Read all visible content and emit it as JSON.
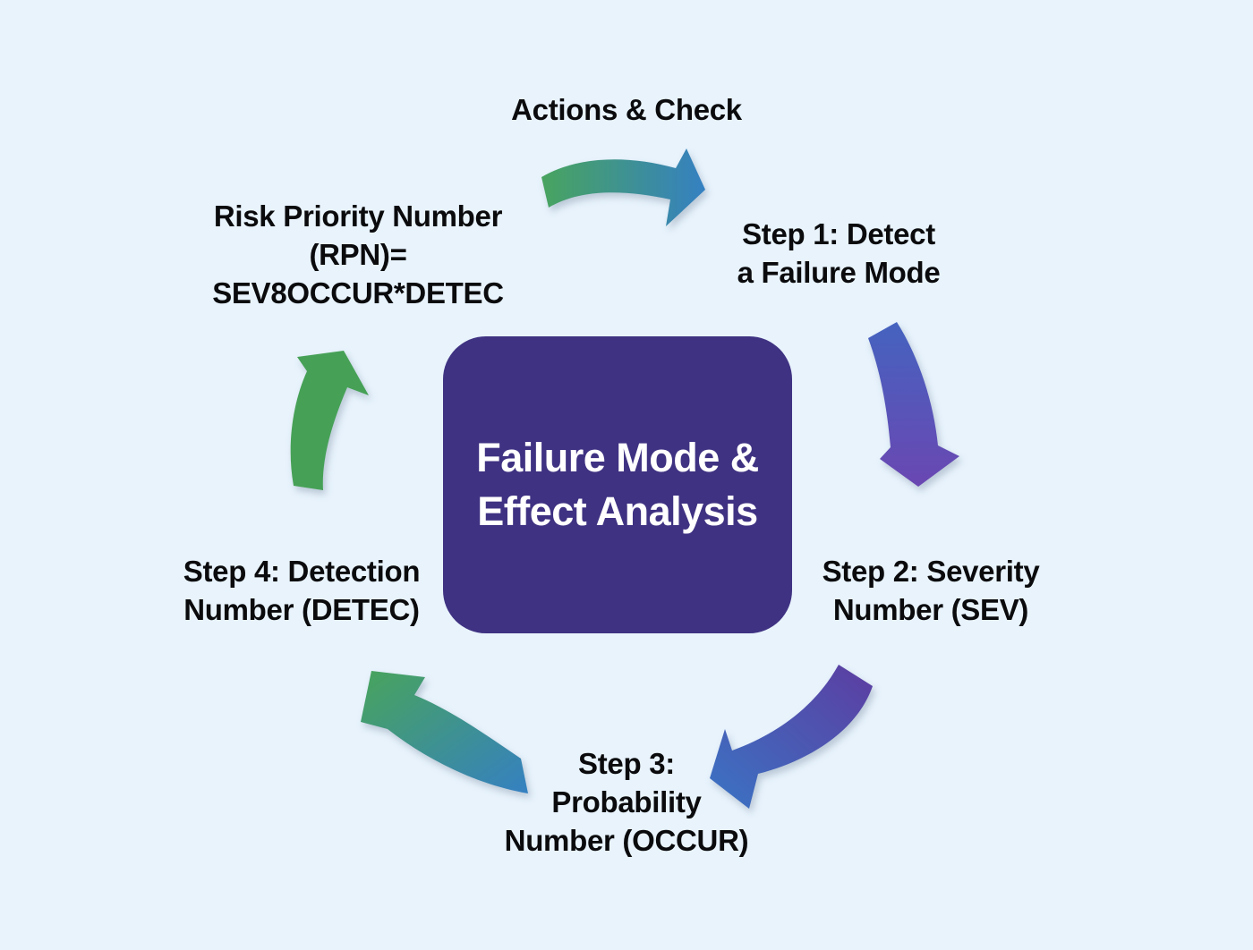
{
  "page": {
    "background_color": "#e8f3fc"
  },
  "center_box": {
    "lines": [
      "Failure Mode &",
      "Effect Analysis"
    ],
    "background_color": "#3f3282",
    "text_color": "#ffffff"
  },
  "labels": {
    "actions": {
      "lines": [
        "Actions & Check"
      ]
    },
    "step1": {
      "lines": [
        "Step 1: Detect",
        "a Failure Mode"
      ]
    },
    "step2": {
      "lines": [
        "Step 2: Severity",
        "Number (SEV)"
      ]
    },
    "step3": {
      "lines": [
        "Step 3:",
        "Probability",
        "Number (OCCUR)"
      ]
    },
    "step4": {
      "lines": [
        "Step 4: Detection",
        "Number (DETEC)"
      ]
    },
    "rpn": {
      "lines": [
        "Risk Priority Number",
        "(RPN)=",
        "SEV8OCCUR*DETEC"
      ]
    }
  },
  "arrows": {
    "top": {
      "direction": "left-to-right",
      "gradient_from": "#48a45f",
      "gradient_to": "#3580c2"
    },
    "right": {
      "direction": "top-to-bottom",
      "gradient_from": "#4563bf",
      "gradient_to": "#6a47b2"
    },
    "bottom_right": {
      "direction": "upper-right-to-lower-left",
      "gradient_from": "#5c3da1",
      "gradient_to": "#3a74c4"
    },
    "bottom_left": {
      "direction": "lower-right-to-upper-left",
      "gradient_from": "#3580c2",
      "gradient_to": "#48a45c"
    },
    "left": {
      "direction": "bottom-to-top",
      "color": "#46a156"
    }
  }
}
